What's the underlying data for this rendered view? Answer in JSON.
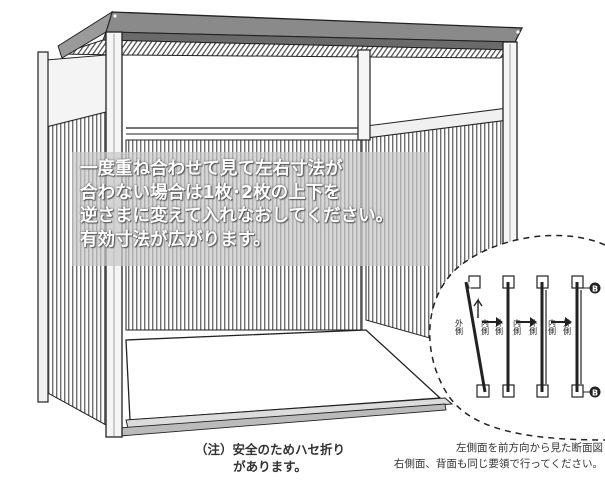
{
  "overlay": {
    "lines": [
      "一度重ね合わせて見て左右寸法が",
      "合わない場合は1枚･2枚の上下を",
      "逆さまに変えて入れなおしてください。",
      "有効寸法が広がります。"
    ]
  },
  "note": {
    "line1": "（注）安全のためハセ折り",
    "line2": "があります。"
  },
  "detail": {
    "outer_label": "外側",
    "inner_label": "内側",
    "badge": "B"
  },
  "caption": {
    "line1": "左側面を前方向から見た断面図",
    "line2": "右側面、背面も同じ要領で行ってください。"
  }
}
